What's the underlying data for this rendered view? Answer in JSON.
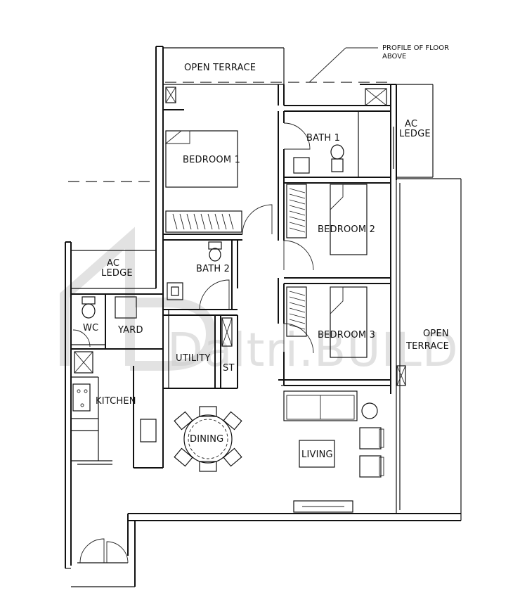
{
  "annotation": {
    "line1": "PROFILE OF FLOOR",
    "line2": "ABOVE"
  },
  "rooms": {
    "open_terrace_top": "OPEN TERRACE",
    "bath1": "BATH 1",
    "ac_ledge_right_line1": "AC",
    "ac_ledge_right_line2": "LEDGE",
    "bedroom1": "BEDROOM 1",
    "bedroom2": "BEDROOM 2",
    "bath2": "BATH 2",
    "ac_ledge_left_line1": "AC",
    "ac_ledge_left_line2": "LEDGE",
    "wc": "WC",
    "yard": "YARD",
    "bedroom3": "BEDROOM 3",
    "open_terrace_right_line1": "OPEN",
    "open_terrace_right_line2": "TERRACE",
    "utility": "UTILITY",
    "st": "ST",
    "kitchen": "KITCHEN",
    "dining": "DINING",
    "living": "LIVING"
  },
  "watermark": {
    "text": "Daltri.BUILD"
  }
}
